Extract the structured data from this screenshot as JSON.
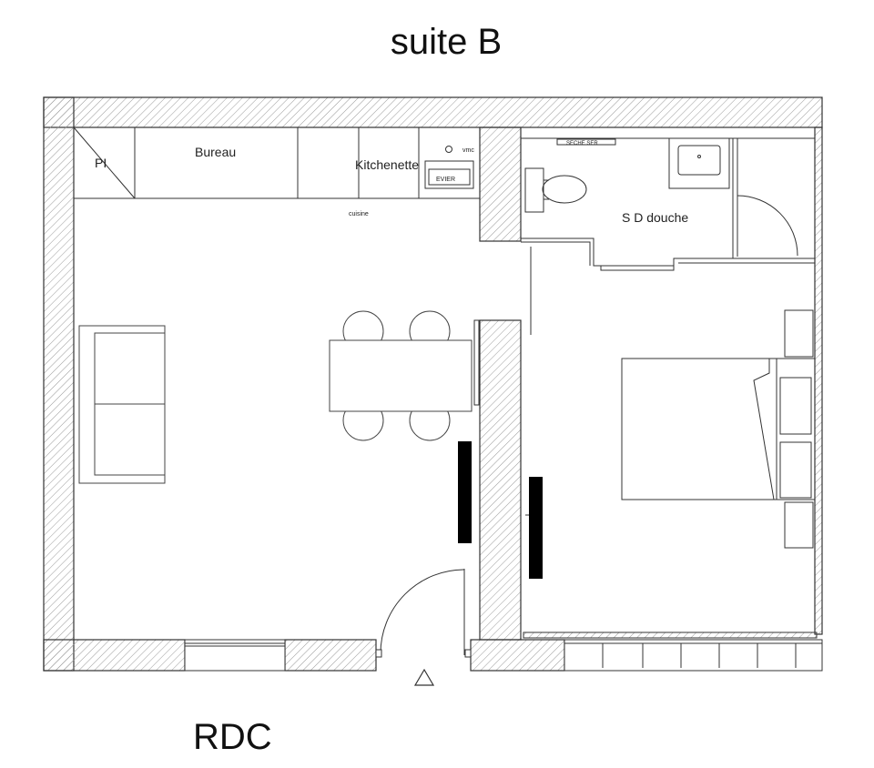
{
  "title": "suite B",
  "level_label": "RDC",
  "rooms": {
    "placard": "PI",
    "bureau": "Bureau",
    "kitchenette": "Kitchenette",
    "evier": "EVIER",
    "vmc": "vmc",
    "cuisine": "cuisine",
    "seche_serviette": "SECHE SER",
    "salle_douche": "S D douche"
  },
  "colors": {
    "wall_outline": "#333333",
    "hatch": "#9a9a9a",
    "furniture": "#444444",
    "radiator": "#000000"
  }
}
